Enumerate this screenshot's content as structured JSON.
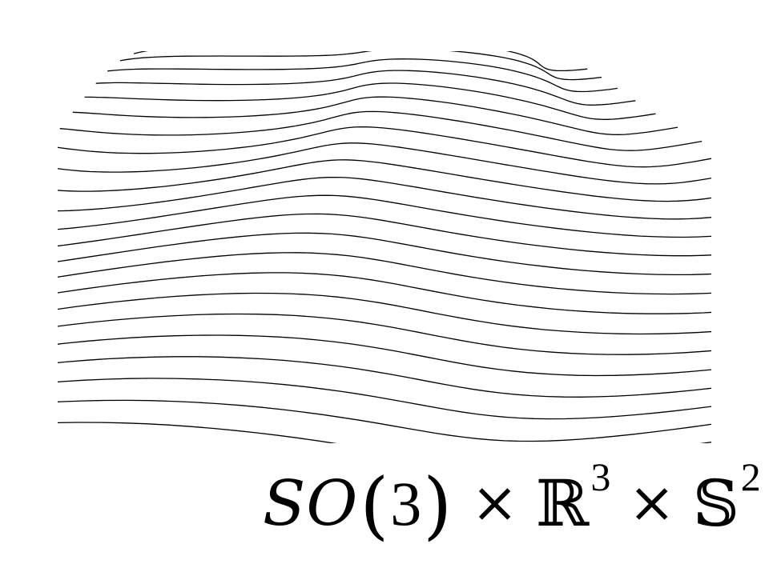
{
  "figure": {
    "image_description_icon": "warped-grid-mesh-icon",
    "line_color": "#000000",
    "background_color": "#ffffff"
  },
  "formula": {
    "group_name": "SO",
    "group_arg": "3",
    "times_1": "×",
    "real_symbol": "ℝ",
    "real_exponent": "3",
    "times_2": "×",
    "sphere_symbol": "𝕊",
    "sphere_exponent": "2"
  }
}
